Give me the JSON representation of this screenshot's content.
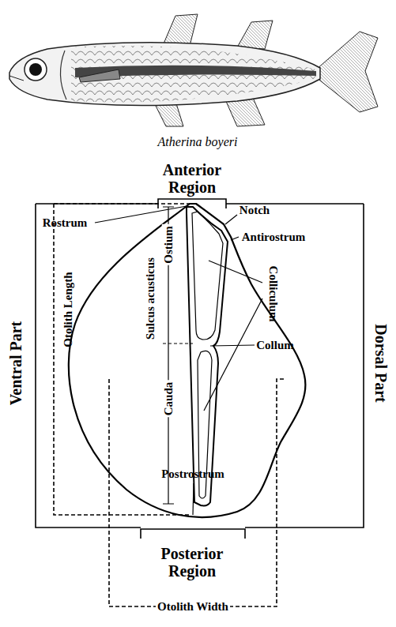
{
  "diagram": {
    "caption": "Atherina boyeri",
    "labels": [
      "Anterior Region",
      "Rostrum",
      "Notch",
      "Antirostrum",
      "Ostium",
      "Colliculum",
      "Sulcus acusticus",
      "Otolith Length",
      "Ventral Part",
      "Dorsal Part",
      "Collum",
      "Cauda",
      "Postrostrum",
      "Posterior Region",
      "Otolith Width"
    ]
  }
}
